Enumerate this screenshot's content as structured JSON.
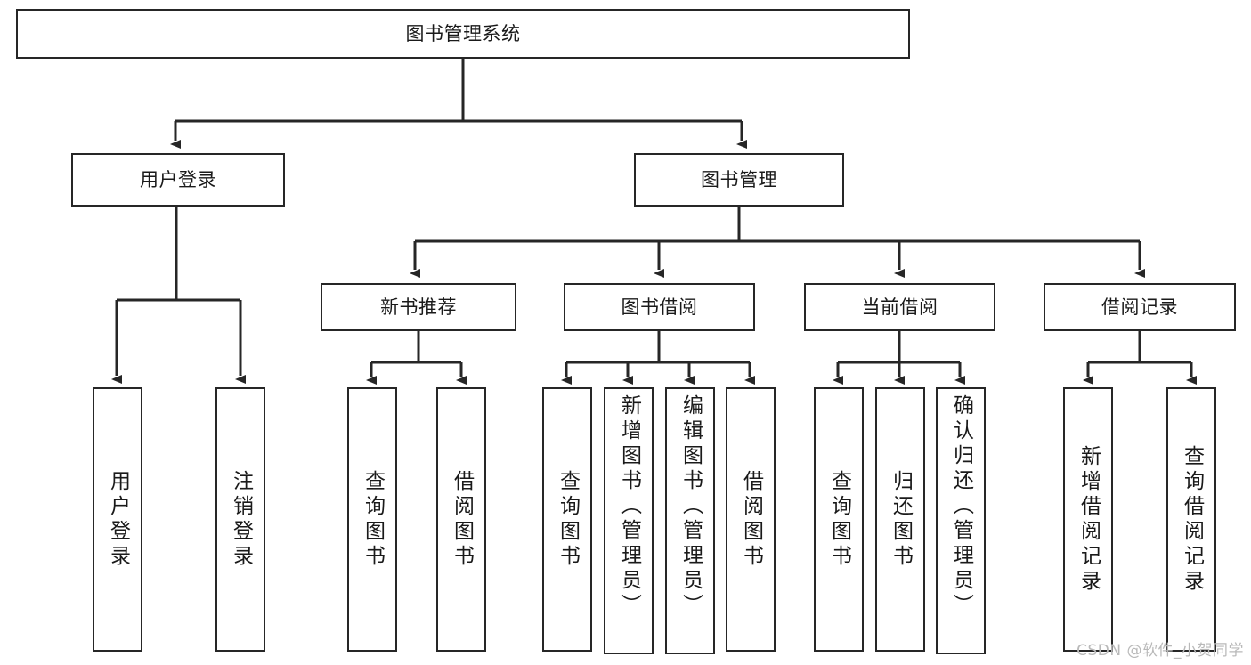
{
  "diagram": {
    "type": "tree-hierarchy",
    "title": "图书管理系统",
    "root": {
      "label": "图书管理系统"
    },
    "level2": [
      {
        "label": "用户登录"
      },
      {
        "label": "图书管理"
      }
    ],
    "level3": [
      {
        "label": "新书推荐"
      },
      {
        "label": "图书借阅"
      },
      {
        "label": "当前借阅"
      },
      {
        "label": "借阅记录"
      }
    ],
    "leaves": {
      "user_login": [
        {
          "label": "用户登录"
        },
        {
          "label": "注销登录"
        }
      ],
      "new_book_recommend": [
        {
          "label": "查询图书"
        },
        {
          "label": "借阅图书"
        }
      ],
      "book_borrow": [
        {
          "label": "查询图书"
        },
        {
          "label": "新增图书（管理员）"
        },
        {
          "label": "编辑图书（管理员）"
        },
        {
          "label": "借阅图书"
        }
      ],
      "current_borrow": [
        {
          "label": "查询图书"
        },
        {
          "label": "归还图书"
        },
        {
          "label": "确认归还（管理员）"
        }
      ],
      "borrow_record": [
        {
          "label": "新增借阅记录"
        },
        {
          "label": "查询借阅记录"
        }
      ]
    },
    "colors": {
      "stroke": "#262626",
      "background": "#ffffff",
      "text": "#1a1a1a",
      "watermark": "#b9b9b9"
    }
  },
  "watermark": {
    "text": "CSDN @软件_小贺同学"
  }
}
